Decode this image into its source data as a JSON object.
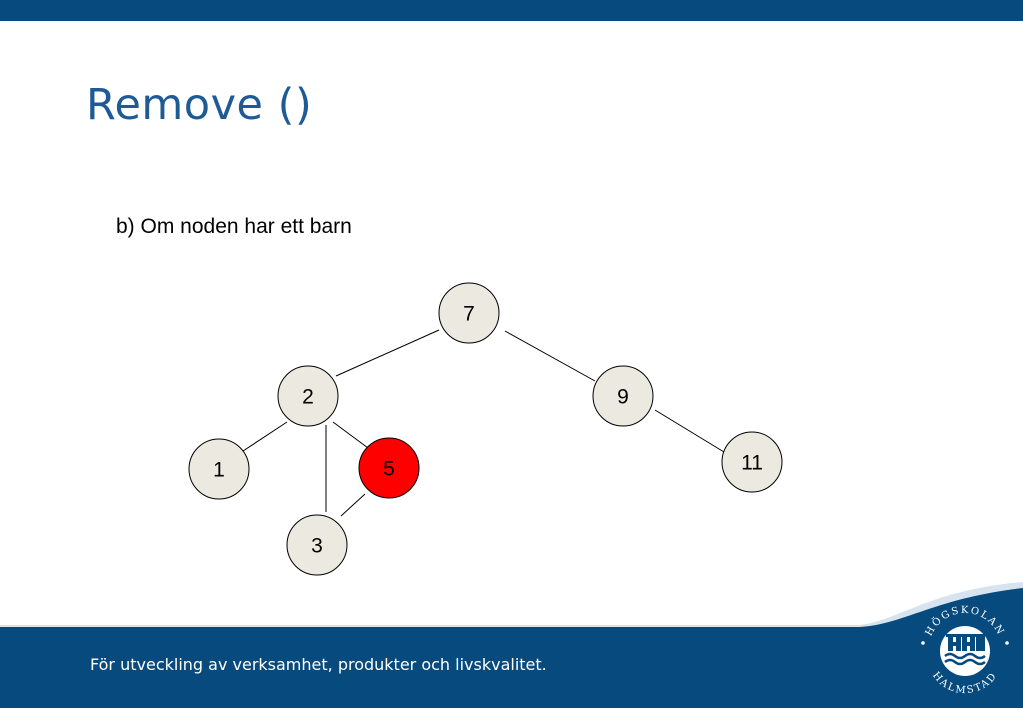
{
  "slide": {
    "title": "Remove ()",
    "subtitle": "b) Om noden har ett barn",
    "footer": "För utveckling av verksamhet, produkter och livskvalitet.",
    "logo": {
      "text_top": "HÖGSKOLAN",
      "text_bottom": "HALMSTAD"
    }
  },
  "colors": {
    "brand_blue": "#064a7e",
    "title_blue": "#1d5a96",
    "node_fill": "#ece9e0",
    "highlight_fill": "#ff0000"
  },
  "tree": {
    "nodes": [
      {
        "id": "n7",
        "label": "7",
        "highlighted": false
      },
      {
        "id": "n2",
        "label": "2",
        "highlighted": false
      },
      {
        "id": "n9",
        "label": "9",
        "highlighted": false
      },
      {
        "id": "n1",
        "label": "1",
        "highlighted": false
      },
      {
        "id": "n5",
        "label": "5",
        "highlighted": true
      },
      {
        "id": "n11",
        "label": "11",
        "highlighted": false
      },
      {
        "id": "n3",
        "label": "3",
        "highlighted": false
      }
    ],
    "edges": [
      {
        "from": "n7",
        "to": "n2"
      },
      {
        "from": "n7",
        "to": "n9"
      },
      {
        "from": "n2",
        "to": "n1"
      },
      {
        "from": "n2",
        "to": "n5"
      },
      {
        "from": "n2",
        "to": "n3"
      },
      {
        "from": "n5",
        "to": "n3"
      },
      {
        "from": "n9",
        "to": "n11"
      }
    ]
  }
}
